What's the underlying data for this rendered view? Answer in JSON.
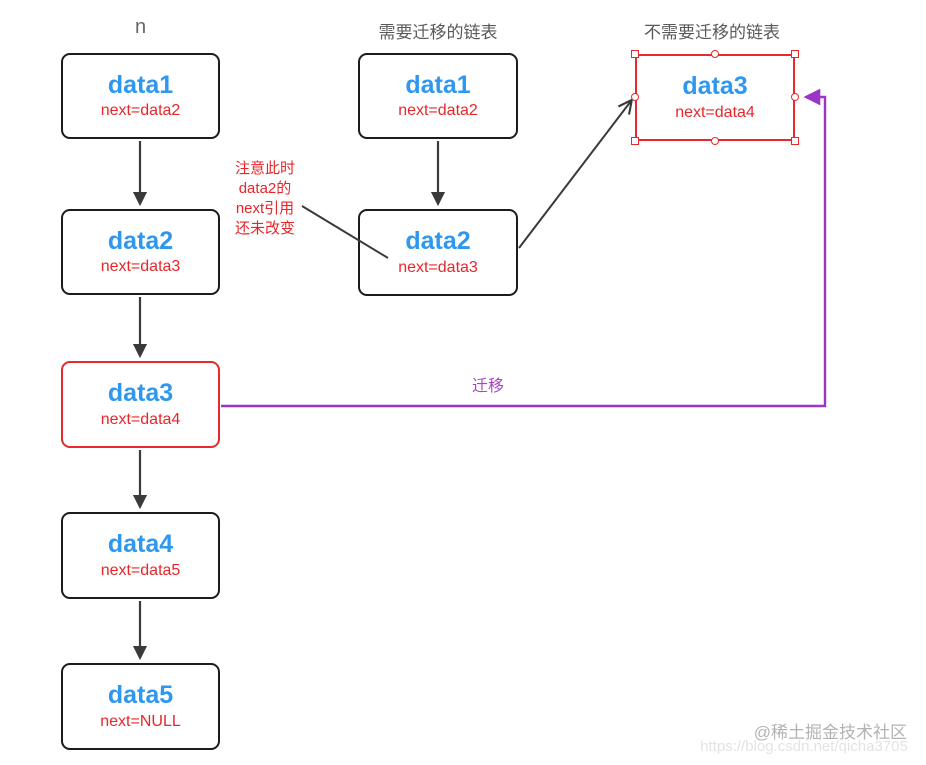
{
  "headers": {
    "left": "n",
    "middle": "需要迁移的链表",
    "right": "不需要迁移的链表"
  },
  "left": {
    "nodes": [
      {
        "title": "data1",
        "next": "next=data2"
      },
      {
        "title": "data2",
        "next": "next=data3"
      },
      {
        "title": "data3",
        "next": "next=data4"
      },
      {
        "title": "data4",
        "next": "next=data5"
      },
      {
        "title": "data5",
        "next": "next=NULL"
      }
    ]
  },
  "middle": {
    "nodes": [
      {
        "title": "data1",
        "next": "next=data2"
      },
      {
        "title": "data2",
        "next": "next=data3"
      }
    ]
  },
  "right": {
    "nodes": [
      {
        "title": "data3",
        "next": "next=data4"
      }
    ]
  },
  "annotation": {
    "line1": "注意此时",
    "line2": "data2的",
    "line3": "next引用",
    "line4": "还未改变"
  },
  "labels": {
    "migrate": "迁移"
  },
  "watermark": {
    "community": "@稀土掘金技术社区",
    "url": "https://blog.csdn.net/qicha3705"
  },
  "colors": {
    "node_title_blue": "#2e97f0",
    "node_next_red": "#e8262a",
    "box_border_black": "#1c1c1c",
    "selected_border_red": "#e8282c",
    "arrow_black": "#3a3a3a",
    "migrate_purple": "#9b35c6",
    "header_gray": "#595959"
  }
}
